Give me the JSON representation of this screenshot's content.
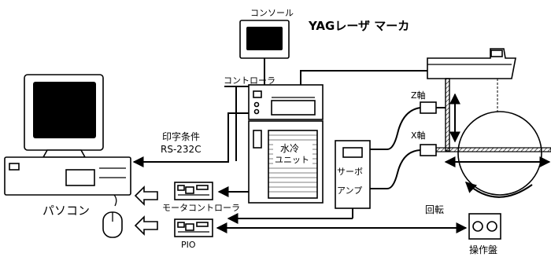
{
  "labels": {
    "console": "コンソール",
    "title": "YAGレーザ マーカ",
    "controller": "コントローラ",
    "z_axis": "Z軸",
    "x_axis": "X軸",
    "print_conditions": "印字条件",
    "rs232c": "RS-232C",
    "water_cooling_1": "水冷",
    "water_cooling_2": "ユニット",
    "servo_amp_1": "サーボ",
    "servo_amp_2": "アンプ",
    "rotation": "回転",
    "pc": "パソコン",
    "motor_controller": "モータコントローラ",
    "pio": "PIO",
    "operation_panel": "操作盤"
  }
}
